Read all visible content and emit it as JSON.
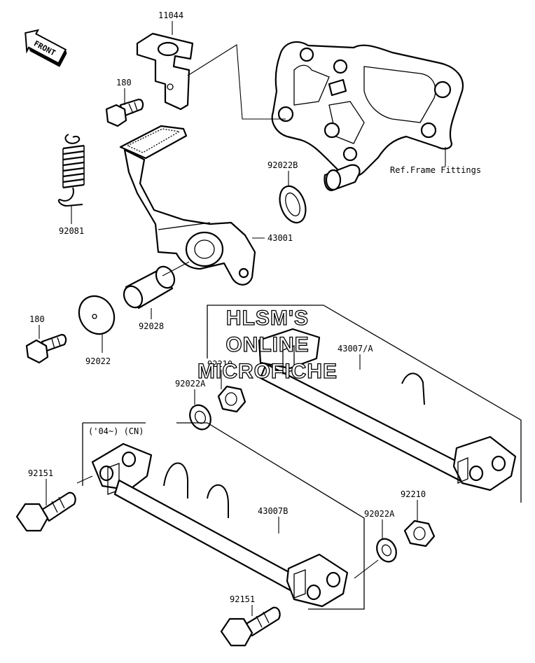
{
  "front_arrow": {
    "label": "FRONT",
    "icon": "front-arrow-icon"
  },
  "callouts": {
    "p11044": "11044",
    "p180_top": "180",
    "p92081": "92081",
    "ref_frame": "Ref.Frame Fittings",
    "p92022b": "92022B",
    "p43001": "43001",
    "p92028": "92028",
    "p92022": "92022",
    "p180_mid": "180",
    "p92210_upper": "92210",
    "p92022a_upper": "92022A",
    "p43007a": "43007/A",
    "variant_note": "('04~) (CN)",
    "p92151_left": "92151",
    "p43007b": "43007B",
    "p92022a_lower": "92022A",
    "p92210_lower": "92210",
    "p92151_bottom": "92151"
  },
  "watermark": {
    "line1": "HLSM'S",
    "line2": "ONLINE",
    "line3": "MICROFICHE"
  }
}
